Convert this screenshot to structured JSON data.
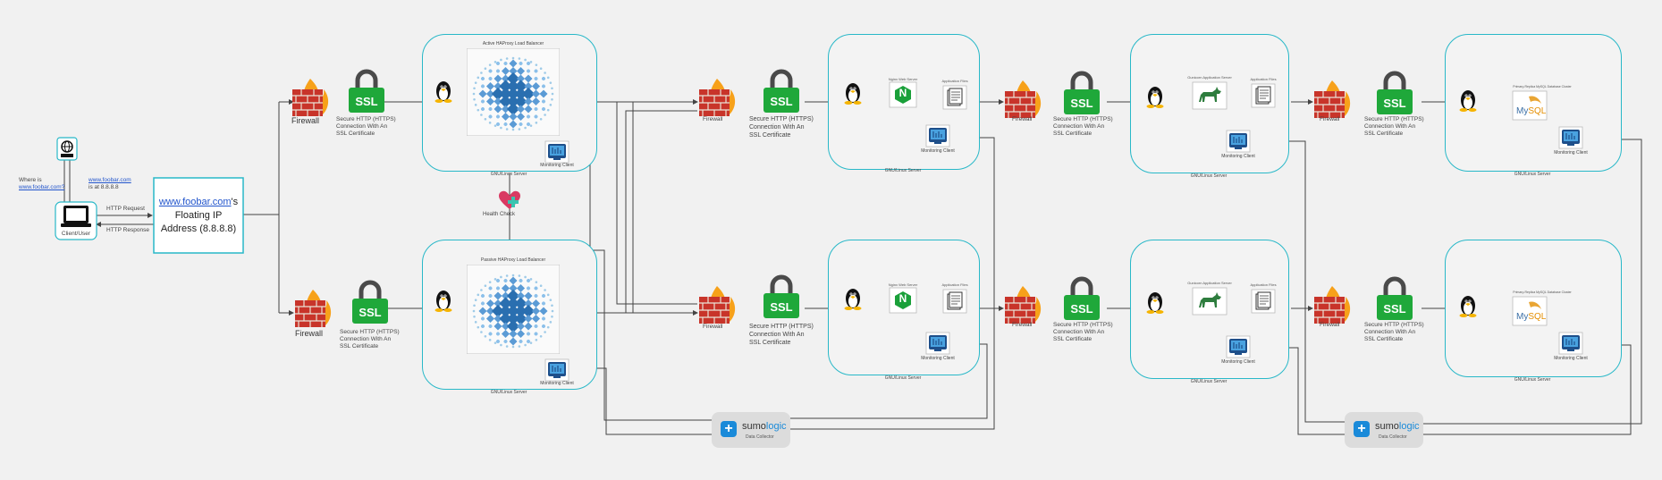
{
  "client": {
    "where_text": "Where is",
    "where_link": "www.foobar.com?",
    "answer_link": "www.foobar.com",
    "answer_text": "is at 8.8.8.8",
    "label": "Client/User"
  },
  "http": {
    "request": "HTTP Request",
    "response": "HTTP Response"
  },
  "floating_ip": {
    "link": "www.foobar.com",
    "suffix": "'s",
    "line2": "Floating IP",
    "line3": "Address (8.8.8.8)"
  },
  "firewall_label": "Firewall",
  "ssl_text": "SSL",
  "secure_text": "Secure HTTP (HTTPS)\nConnection With An\nSSL Certificate",
  "gnu_linux_server": "GNU/Linux Server",
  "lb": {
    "active": "Active HAProxy Load Balancer",
    "passive": "Passive HAProxy Load Balancer"
  },
  "health_check": "Health Check",
  "monitoring_client": "Monitoring Client",
  "nginx": {
    "caption": "Nginx Web Server",
    "letter": "N"
  },
  "app_files": "Application Files",
  "gunicorn": "Gunicorn Application Server",
  "mysql": {
    "caption": "Primary-Replica MySQL Database Cluster",
    "text_my": "My",
    "text_sql": "SQL"
  },
  "sumo": {
    "brand_a": "sumo",
    "brand_b": "logic",
    "sub": "Data Collector"
  },
  "colors": {
    "teal": "#28b8c8",
    "ssl_green": "#1fa83a",
    "firewall_red": "#c8342a",
    "flame": "#f7a11a",
    "line": "#444444",
    "lb_blue": "#2a6fb0"
  }
}
